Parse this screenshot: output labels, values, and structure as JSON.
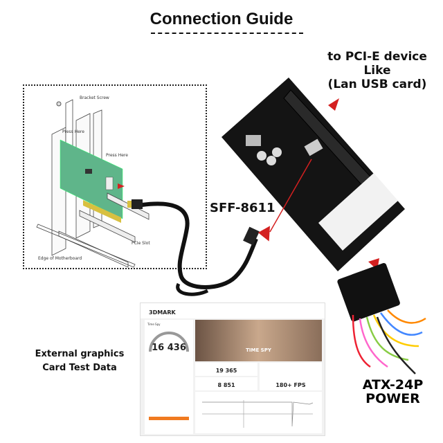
{
  "title": "Connection Guide",
  "pcie_target": {
    "line1": "to PCI-E device",
    "line2": "Like",
    "line3": "(Lan USB card)"
  },
  "cable_label": "SFF-8611",
  "diagram_labels": {
    "bracket_screw": "Bracket Screw",
    "press_here_1": "Press Here",
    "press_here_2": "Press Here",
    "pcie_slot": "PCIe Slot",
    "motherboard": "Edge of Motherboard"
  },
  "test_data": {
    "line1": "External graphics",
    "line2": "Card Test Data"
  },
  "power": {
    "line1": "ATX-24P",
    "line2": "POWER"
  },
  "screenshot": {
    "logo": "3DMARK",
    "test_name": "Time Spy",
    "score": "16 436",
    "hero_title": "TIME SPY",
    "graphics_score": "19 365",
    "cpu_score": "8 851",
    "fps": "180+ FPS"
  },
  "colors": {
    "arrow": "#d42020",
    "pcb": "#111111",
    "card_green": "#5fb58a",
    "accent_orange": "#f07a20"
  }
}
